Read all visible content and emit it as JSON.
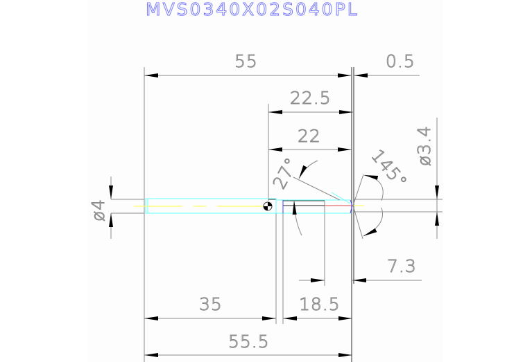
{
  "drawing": {
    "title": "MVS0340X02S040PL",
    "background": "#fcfdfc",
    "colors": {
      "title": "#7a7cff",
      "dimension": "#8a8a8a",
      "outline": "#606060",
      "body_outline": "#66ffff",
      "center_line": "#ffff66",
      "tip_line": "#ff8888",
      "chamfer": "#4444ff"
    }
  },
  "dimensions": {
    "overall_top": "55",
    "tip_offset": "0.5",
    "flute_length": "22.5",
    "flute_inner": "22",
    "diameter_shank": "ø4",
    "diameter_tip": "ø3.4",
    "helix_angle": "27°",
    "point_angle": "145°",
    "tip_depth": "7.3",
    "shank_length": "35",
    "neck_length": "18.5",
    "overall_bottom": "55.5"
  },
  "markers": {
    "datum": "datum-marker"
  }
}
